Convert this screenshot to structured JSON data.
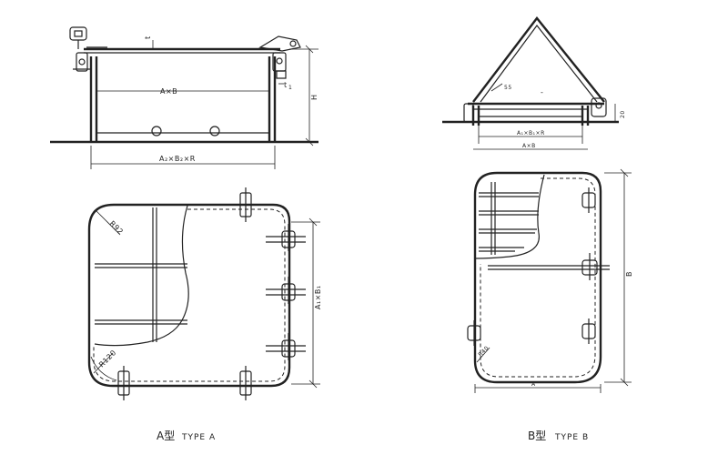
{
  "type_a": {
    "caption_cn": "A型",
    "caption_en": "TYPE A",
    "elevation": {
      "label_t_top": "t",
      "label_t1": "t",
      "label_t1_sub": "1",
      "label_axb": "A×B",
      "label_h": "H",
      "label_a2b2r": "A₂×B₂×R"
    },
    "plan": {
      "label_r92": "R92",
      "label_r120": "R120",
      "label_a1b1": "A₁×B₁"
    }
  },
  "type_b": {
    "caption_cn": "B型",
    "caption_en": "TYPE B",
    "elevation": {
      "label_55": "55",
      "label_dash": "-",
      "label_a1b1r": "A₁×B₁×R",
      "label_axb": "A×B",
      "label_side": "20"
    },
    "plan": {
      "label_b": "B",
      "label_a": "A",
      "label_r40": "R40"
    }
  }
}
